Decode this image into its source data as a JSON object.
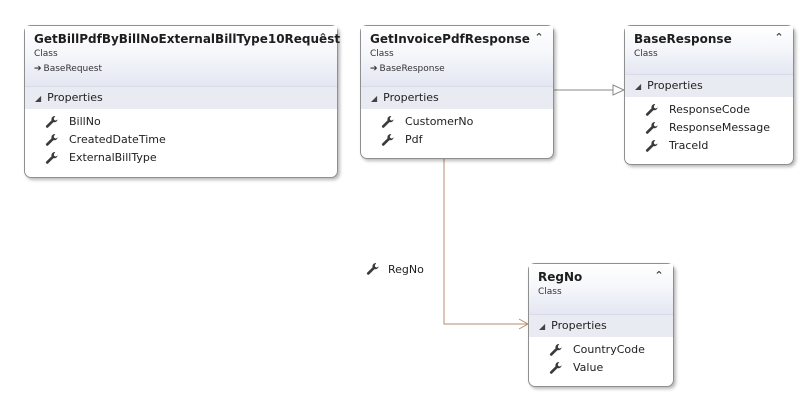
{
  "classes": {
    "request": {
      "name": "GetBillPdfByBillNoExternalBillType10Request",
      "kind": "Class",
      "base": "BaseRequest",
      "section": "Properties",
      "properties": [
        "BillNo",
        "CreatedDateTime",
        "ExternalBillType"
      ]
    },
    "invoice": {
      "name": "GetInvoicePdfResponse",
      "kind": "Class",
      "base": "BaseResponse",
      "section": "Properties",
      "properties": [
        "CustomerNo",
        "Pdf"
      ]
    },
    "base_response": {
      "name": "BaseResponse",
      "kind": "Class",
      "section": "Properties",
      "properties": [
        "ResponseCode",
        "ResponseMessage",
        "TraceId"
      ]
    },
    "regno": {
      "name": "RegNo",
      "kind": "Class",
      "section": "Properties",
      "properties": [
        "CountryCode",
        "Value"
      ]
    }
  },
  "association": {
    "label": "RegNo"
  },
  "icons": {
    "collapse": "double-chevron-up-icon",
    "base_arrow": "inheritance-arrow-icon",
    "section_toggle": "expanded-triangle-icon",
    "property": "wrench-property-icon"
  },
  "colors": {
    "header_gradient_end": "#e4e7f2",
    "section_bg": "#e9ebf3",
    "box_border": "#8f8f8f",
    "inheritance_line": "#8a8a8a",
    "association_line": "#b98a6e"
  }
}
